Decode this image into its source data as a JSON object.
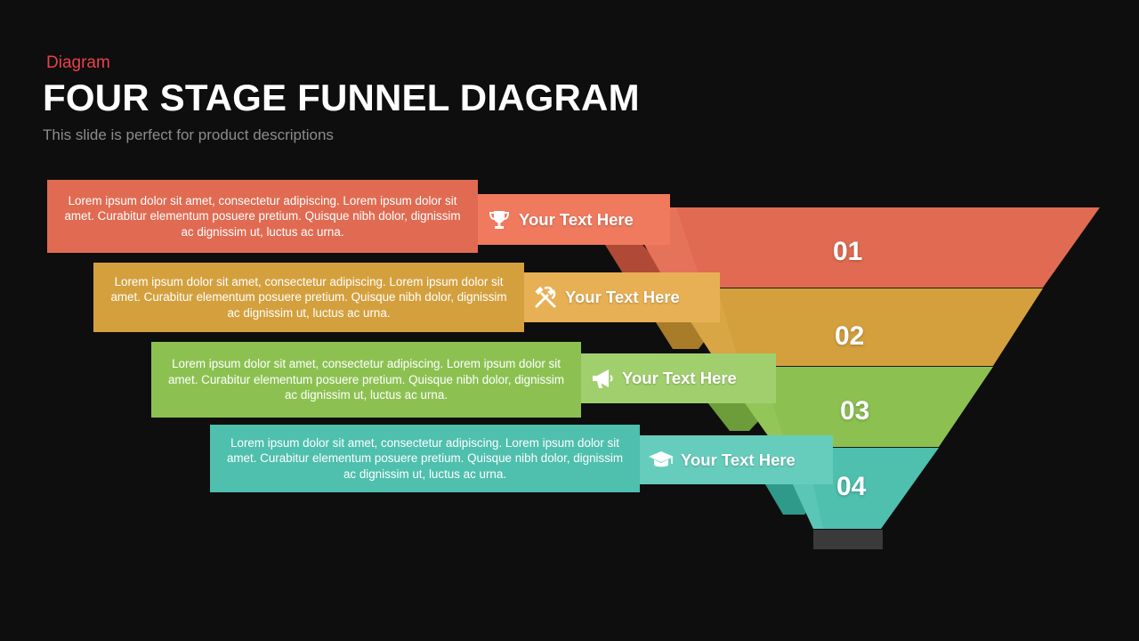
{
  "slide": {
    "category": "Diagram",
    "title": "FOUR STAGE FUNNEL DIAGRAM",
    "subtitle": "This slide is perfect for product descriptions"
  },
  "stages": [
    {
      "number": "01",
      "label": "Your Text Here",
      "icon": "trophy-icon",
      "description": "Lorem ipsum dolor sit amet, consectetur adipiscing. Lorem ipsum dolor sit amet. Curabitur elementum posuere pretium. Quisque nibh dolor, dignissim ac dignissim ut, luctus ac urna.",
      "color": "#e06b52",
      "label_color": "#f07a5e"
    },
    {
      "number": "02",
      "label": "Your Text Here",
      "icon": "tools-icon",
      "description": "Lorem ipsum dolor sit amet, consectetur adipiscing. Lorem ipsum dolor sit amet. Curabitur elementum posuere pretium. Quisque nibh dolor, dignissim ac dignissim ut, luctus ac urna.",
      "color": "#d4a03e",
      "label_color": "#e8b054"
    },
    {
      "number": "03",
      "label": "Your Text Here",
      "icon": "megaphone-icon",
      "description": "Lorem ipsum dolor sit amet, consectetur adipiscing. Lorem ipsum dolor sit amet. Curabitur elementum posuere pretium. Quisque nibh dolor, dignissim ac dignissim ut, luctus ac urna.",
      "color": "#8cc152",
      "label_color": "#a2cf6e"
    },
    {
      "number": "04",
      "label": "Your Text Here",
      "icon": "graduation-cap-icon",
      "description": "Lorem ipsum dolor sit amet, consectetur adipiscing. Lorem ipsum dolor sit amet. Curabitur elementum posuere pretium. Quisque nibh dolor, dignissim ac dignissim ut, luctus ac urna.",
      "color": "#4fbfae",
      "label_color": "#66cdbc"
    }
  ]
}
